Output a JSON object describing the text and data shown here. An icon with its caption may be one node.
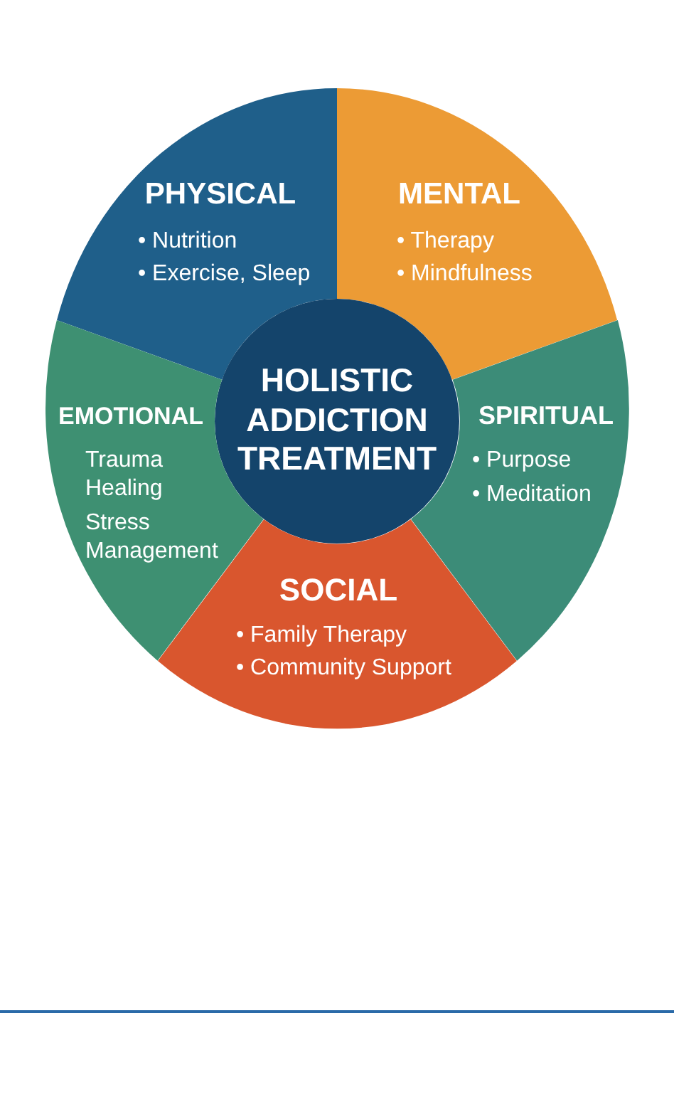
{
  "diagram": {
    "nodes": [
      {
        "text": [
          "PHYSICAL",
          "• Nutrition",
          "• Exercise, Sleep"
        ]
      },
      {
        "text": [
          "MENTAL",
          "• Therapy",
          "• Mindfulness"
        ]
      },
      {
        "text": [
          "HOLISTIC ADDICTION TREATMENT"
        ]
      },
      {
        "text": [
          "EMOTIONAL",
          "Trauma Healing",
          "Stress Management"
        ]
      },
      {
        "text": [
          "SPIRITUAL",
          "• Purpose",
          "• Meditation"
        ]
      },
      {
        "text": [
          "SOCIAL",
          "• Family Therapy",
          "• Community Support"
        ]
      }
    ]
  }
}
